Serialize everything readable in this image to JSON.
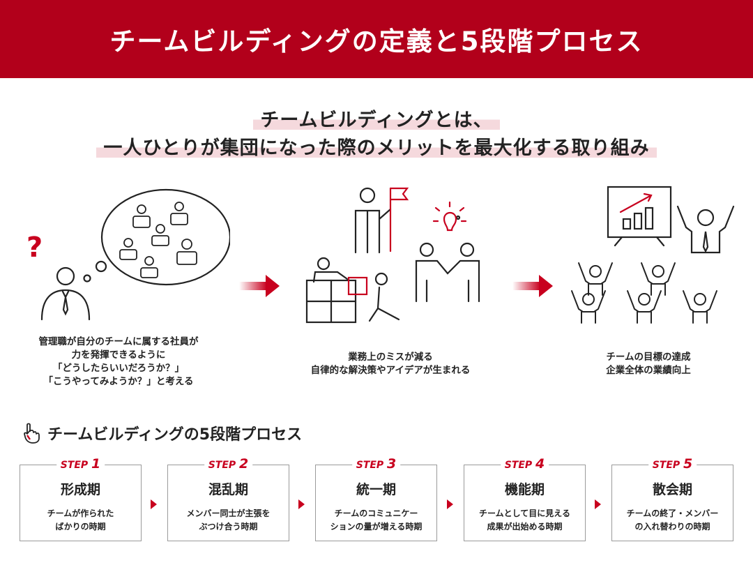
{
  "title": "チームビルディングの定義と5段階プロセス",
  "definition": {
    "line1": "チームビルディングとは、",
    "line2": "一人ひとりが集団になった際のメリットを最大化する取り組み"
  },
  "flow": [
    {
      "lines": [
        "管理職が自分のチームに属する社員が",
        "力を発揮できるように",
        "「どうしたらいいだろうか？」",
        "「こうやってみようか？」と考える"
      ]
    },
    {
      "lines": [
        "業務上のミスが減る",
        "自律的な解決策やアイデアが生まれる"
      ]
    },
    {
      "lines": [
        "チームの目標の達成",
        "企業全体の業績向上"
      ]
    }
  ],
  "process_heading": "チームビルディングの5段階プロセス",
  "steps": [
    {
      "tag": "STEP",
      "num": "1",
      "title": "形成期",
      "desc": [
        "チームが作られた",
        "ばかりの時期"
      ]
    },
    {
      "tag": "STEP",
      "num": "2",
      "title": "混乱期",
      "desc": [
        "メンバー同士が主張を",
        "ぶつけ合う時期"
      ]
    },
    {
      "tag": "STEP",
      "num": "3",
      "title": "統一期",
      "desc": [
        "チームのコミュニケー",
        "ションの量が増える時期"
      ]
    },
    {
      "tag": "STEP",
      "num": "4",
      "title": "機能期",
      "desc": [
        "チームとして目に見える",
        "成果が出始める時期"
      ]
    },
    {
      "tag": "STEP",
      "num": "5",
      "title": "散会期",
      "desc": [
        "チームの終了・メンバー",
        "の入れ替わりの時期"
      ]
    }
  ],
  "colors": {
    "brand_red": "#b2001b",
    "accent_red": "#c8001e",
    "highlight": "#f5d9dd"
  }
}
